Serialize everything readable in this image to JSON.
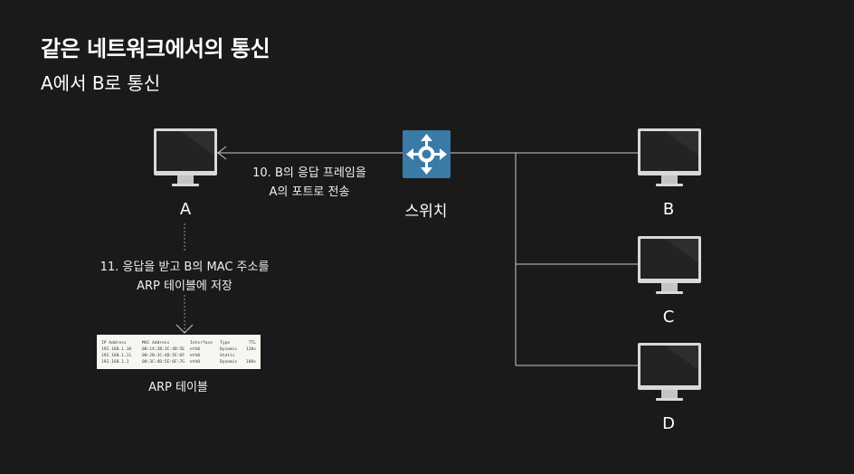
{
  "title": "같은 네트워크에서의 통신",
  "subtitle": "A에서 B로 통신",
  "nodes": {
    "a": "A",
    "b": "B",
    "c": "C",
    "d": "D",
    "switch": "스위치"
  },
  "captions": {
    "step10_line1": "10. B의 응답 프레임을",
    "step10_line2": "A의 포트로 전송",
    "step11_line1": "11. 응답을 받고 B의 MAC 주소를",
    "step11_line2": "ARP 테이블에 저장",
    "arp_label": "ARP 테이블"
  },
  "arp_table": {
    "headers": [
      "IP Address",
      "MAC Address",
      "Interface",
      "Type",
      "TTL"
    ],
    "rows": [
      [
        "192.168.1.10",
        "00:1A:2B:3C:4D:5E",
        "eth0",
        "Dynamic",
        "120s"
      ],
      [
        "192.168.1.11",
        "00:2B:3C:4D:5E:6F",
        "eth0",
        "Static",
        ""
      ],
      [
        "192.168.1.1",
        "00:3C:4D:5E:6F:7G",
        "eth0",
        "Dynamic",
        "180s"
      ]
    ]
  },
  "colors": {
    "background": "#1a1a1a",
    "switch": "#3a7aa6",
    "line": "#c8c8c8"
  },
  "icons": {
    "computer": "desktop-monitor-icon",
    "switch": "network-switch-arrows-icon"
  }
}
